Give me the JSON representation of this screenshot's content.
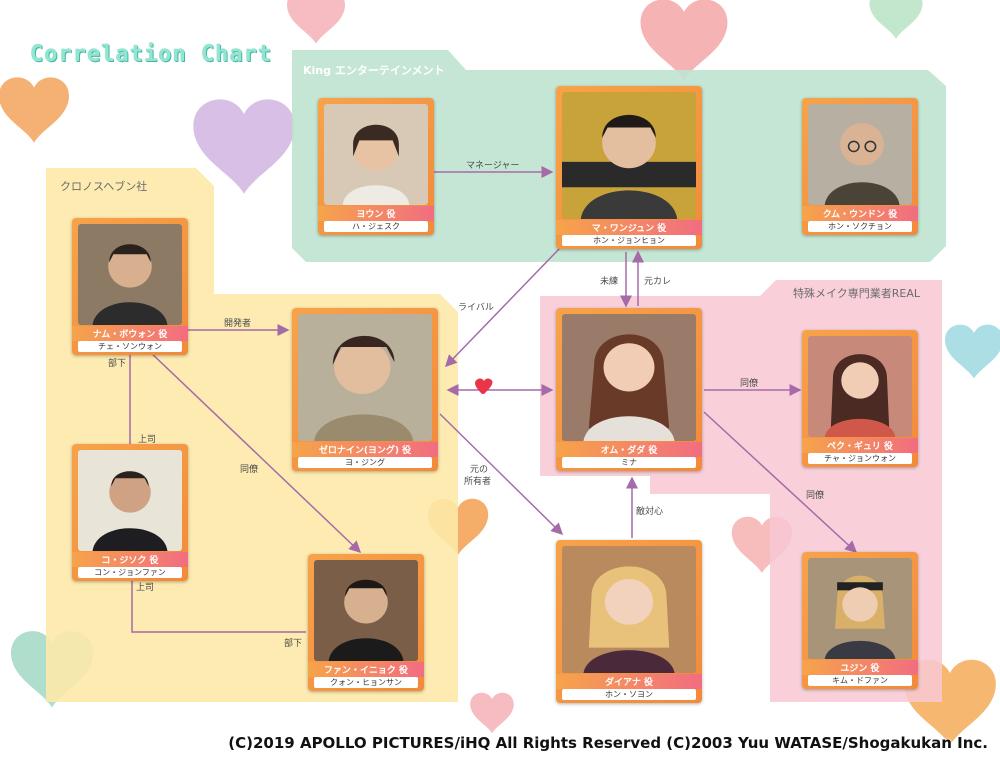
{
  "title": "Correlation Chart",
  "groups": {
    "king": "King エンターテインメント",
    "chronos": "クロノスヘブン社",
    "real": "特殊メイク専門業者REAL"
  },
  "characters": {
    "youn": {
      "role": "ヨウン 役",
      "actor": "ハ・ジェスク"
    },
    "ma": {
      "role": "マ・ワンジュン 役",
      "actor": "ホン・ジョンヒョン"
    },
    "kum": {
      "role": "クム・ウンドン 役",
      "actor": "ホン・ソクチョン"
    },
    "nam": {
      "role": "ナム・ボウォン 役",
      "actor": "チェ・ソンウォン"
    },
    "zero": {
      "role": "ゼロナイン(ヨング) 役",
      "actor": "ヨ・ジング"
    },
    "ko": {
      "role": "コ・ジソク 役",
      "actor": "コン・ジョンファン"
    },
    "fan": {
      "role": "ファン・イニョク 役",
      "actor": "クォン・ヒョンサン"
    },
    "om": {
      "role": "オム・ダダ 役",
      "actor": "ミナ"
    },
    "paek": {
      "role": "ペク・ギュリ 役",
      "actor": "チャ・ジョンウォン"
    },
    "diana": {
      "role": "ダイアナ 役",
      "actor": "ホン・ソヨン"
    },
    "yujin": {
      "role": "ユジン 役",
      "actor": "キム・ドファン"
    }
  },
  "relations": {
    "manager": "マネージャー",
    "rival": "ライバル",
    "miren": "未練",
    "motokare": "元カレ",
    "kaihatsusha": "開発者",
    "buka1": "部下",
    "joushi1": "上司",
    "douryou1": "同僚",
    "joushi2": "上司",
    "buka2": "部下",
    "moto_owner_1": "元の",
    "moto_owner_2": "所有者",
    "tekitaishin": "敵対心",
    "douryou2": "同僚",
    "douryou3": "同僚"
  },
  "copyright": "(C)2019 APOLLO PICTURES/iHQ All Rights Reserved (C)2003 Yuu WATASE/Shogakukan Inc.",
  "colors": {
    "king_bg": "#bfe3cf",
    "chronos_bg": "#fde9a8",
    "real_bg": "#f8c8d3",
    "arrow": "#a56aa8",
    "card": "#f39a43"
  }
}
